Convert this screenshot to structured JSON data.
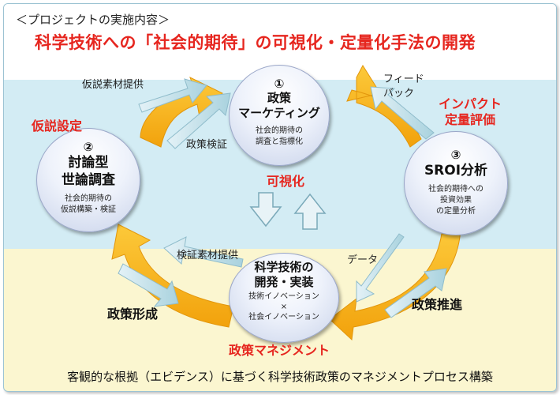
{
  "header": {
    "section_label": "＜プロジェクトの実施内容＞",
    "title": "科学技術への「社会的期待」の可視化・定量化手法の開発"
  },
  "nodes": {
    "policy_marketing": {
      "number": "①",
      "title_line1": "政策",
      "title_line2": "マーケティング",
      "desc_line1": "社会的期待の",
      "desc_line2": "調査と指標化"
    },
    "deliberative_poll": {
      "number": "②",
      "title_line1": "討論型",
      "title_line2": "世論調査",
      "desc_line1": "社会的期待の",
      "desc_line2": "仮説構築・検証"
    },
    "sroi": {
      "number": "③",
      "title": "SROI分析",
      "desc_line1": "社会的期待への",
      "desc_line2": "投資効果",
      "desc_line3": "の定量分析"
    },
    "rnd": {
      "title_line1": "科学技術の",
      "title_line2": "開発・実装",
      "desc_line1": "技術イノベーション",
      "desc_line2": "×",
      "desc_line3": "社会イノベーション"
    }
  },
  "labels": {
    "hypothesis_material": "仮説素材提供",
    "hypothesis_setting": "仮説設定",
    "policy_verification": "政策検証",
    "feedback_line1": "フィード",
    "feedback_line2": "バック",
    "impact_line1": "インパクト",
    "impact_line2": "定量評価",
    "visualization": "可視化",
    "verification_material": "検証素材提供",
    "data": "データ",
    "policy_formation": "政策形成",
    "policy_promotion": "政策推進",
    "policy_management": "政策マネジメント"
  },
  "footer": "客観的な根拠（エビデンス）に基づく科学技術政策のマネジメントプロセス構築",
  "colors": {
    "accent_red": "#e6261f",
    "cycle_arrow": "#f7b21b",
    "thin_arrow": "#bfe0ea",
    "top_band": "#d3ecf4",
    "bottom_band": "#fbf6d0"
  }
}
